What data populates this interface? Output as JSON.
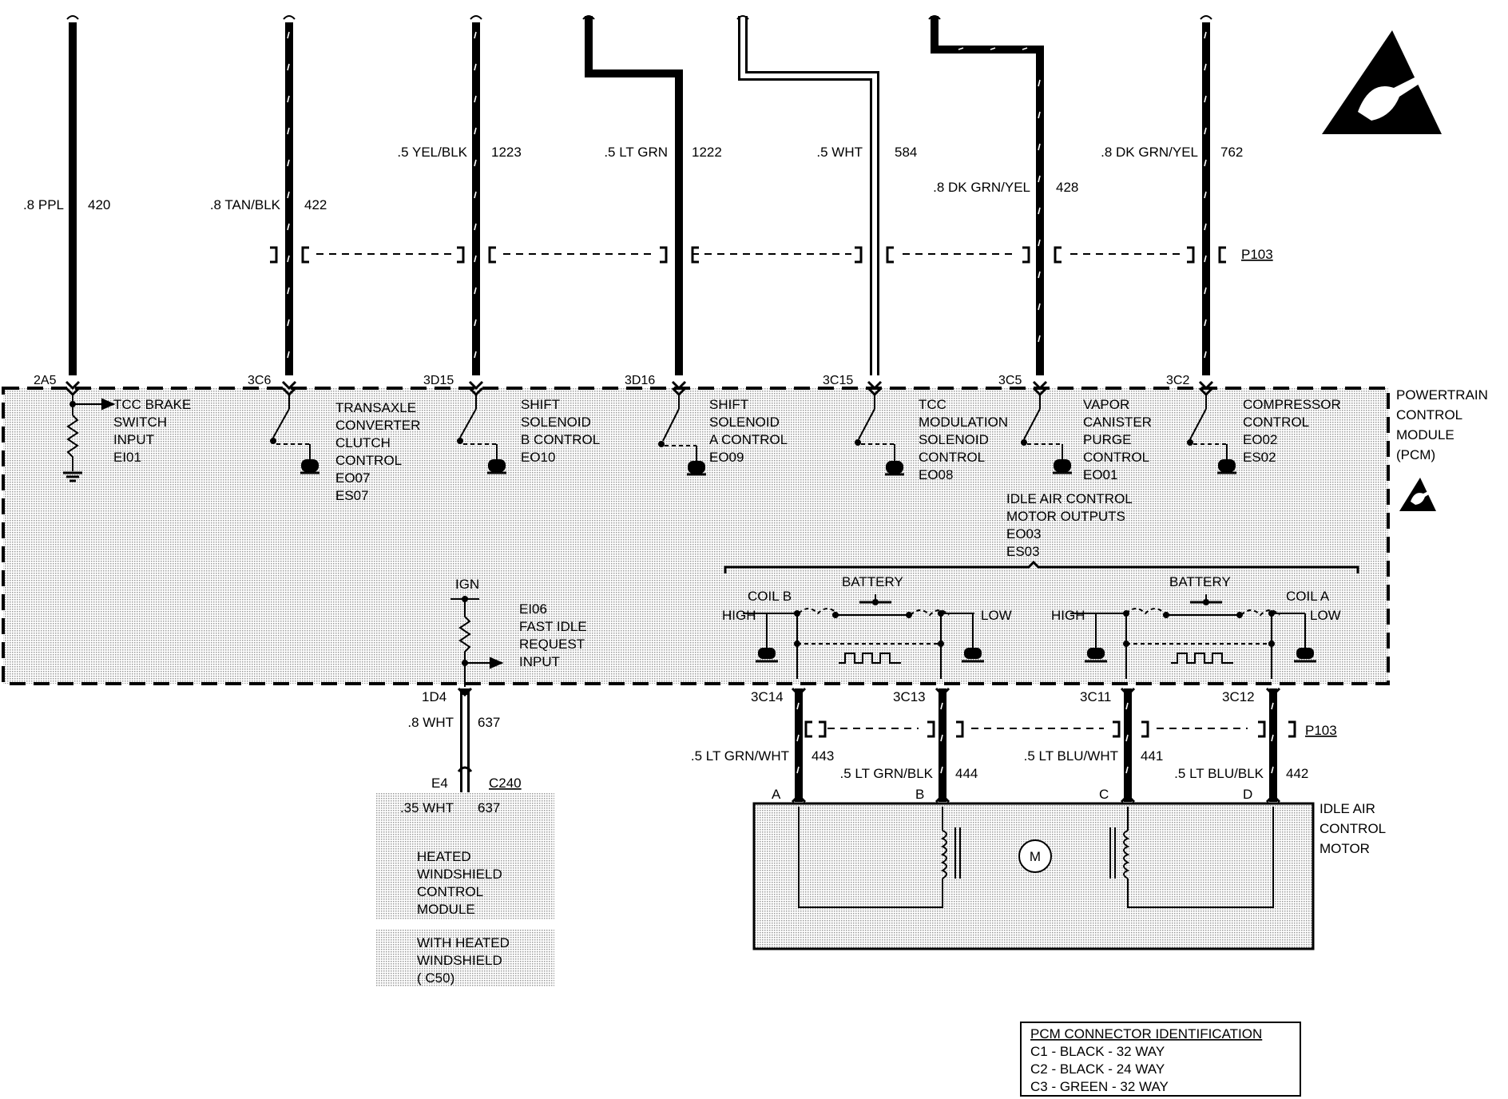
{
  "wires": [
    {
      "gauge": ".8 PPL",
      "circuit": "420",
      "pin": "2A5"
    },
    {
      "gauge": ".8 TAN/BLK",
      "circuit": "422",
      "pin": "3C6"
    },
    {
      "gauge": ".5 YEL/BLK",
      "circuit": "1223",
      "pin": "3D15"
    },
    {
      "gauge": ".5 LT GRN",
      "circuit": "1222",
      "pin": "3D16"
    },
    {
      "gauge": ".5 WHT",
      "circuit": "584",
      "pin": "3C15"
    },
    {
      "gauge": ".8 DK GRN/YEL",
      "circuit": "428",
      "pin": "3C5"
    },
    {
      "gauge": ".8 DK GRN/YEL",
      "circuit": "762",
      "pin": "3C2"
    }
  ],
  "connector_top": "P103",
  "connector_bottom": "P103",
  "module": {
    "line1": "POWERTRAIN",
    "line2": "CONTROL",
    "line3": "MODULE",
    "line4": "(PCM)"
  },
  "functions": [
    [
      "TCC BRAKE",
      "SWITCH",
      "INPUT",
      "EI01"
    ],
    [
      "TRANSAXLE",
      "CONVERTER",
      "CLUTCH",
      "CONTROL",
      "EO07",
      "ES07"
    ],
    [
      "SHIFT",
      "SOLENOID",
      "B CONTROL",
      "EO10"
    ],
    [
      "SHIFT",
      "SOLENOID",
      "A CONTROL",
      "EO09"
    ],
    [
      "TCC",
      "MODULATION",
      "SOLENOID",
      "CONTROL",
      "EO08"
    ],
    [
      "VAPOR",
      "CANISTER",
      "PURGE",
      "CONTROL",
      "EO01"
    ],
    [
      "COMPRESSOR",
      "CONTROL",
      "EO02",
      "ES02"
    ]
  ],
  "iac_outputs": [
    "IDLE AIR CONTROL",
    "MOTOR OUTPUTS",
    "EO03",
    "ES03"
  ],
  "iac_drivers": {
    "coil_b": "COIL B",
    "coil_a": "COIL A",
    "battery": "BATTERY",
    "high": "HIGH",
    "low": "LOW"
  },
  "fast_idle": {
    "ign": "IGN",
    "lines": [
      "EI06",
      "FAST IDLE",
      "REQUEST",
      "INPUT"
    ]
  },
  "bottom_left": {
    "pin": "1D4",
    "gauge": ".8 WHT",
    "circuit": "637",
    "conn_pin": "E4",
    "conn": "C240",
    "gauge2": ".35 WHT",
    "circuit2": "637",
    "module_lines": [
      "HEATED",
      "WINDSHIELD",
      "CONTROL",
      "MODULE"
    ],
    "option_lines": [
      "WITH HEATED",
      "WINDSHIELD",
      "( C50)"
    ]
  },
  "iac_wires": [
    {
      "pin": "3C14",
      "gauge": ".5 LT GRN/WHT",
      "circuit": "443",
      "terminal": "A"
    },
    {
      "pin": "3C13",
      "gauge": ".5 LT GRN/BLK",
      "circuit": "444",
      "terminal": "B"
    },
    {
      "pin": "3C11",
      "gauge": ".5 LT BLU/WHT",
      "circuit": "441",
      "terminal": "C"
    },
    {
      "pin": "3C12",
      "gauge": ".5 LT BLU/BLK",
      "circuit": "442",
      "terminal": "D"
    }
  ],
  "iac_motor": {
    "line1": "IDLE AIR",
    "line2": "CONTROL",
    "line3": "MOTOR",
    "symbol": "M"
  },
  "legend": {
    "title": "PCM CONNECTOR IDENTIFICATION",
    "rows": [
      "C1 - BLACK - 32 WAY",
      "C2 - BLACK - 24 WAY",
      "C3 - GREEN - 32 WAY"
    ]
  },
  "icons": [
    "esd-warning-icon"
  ]
}
